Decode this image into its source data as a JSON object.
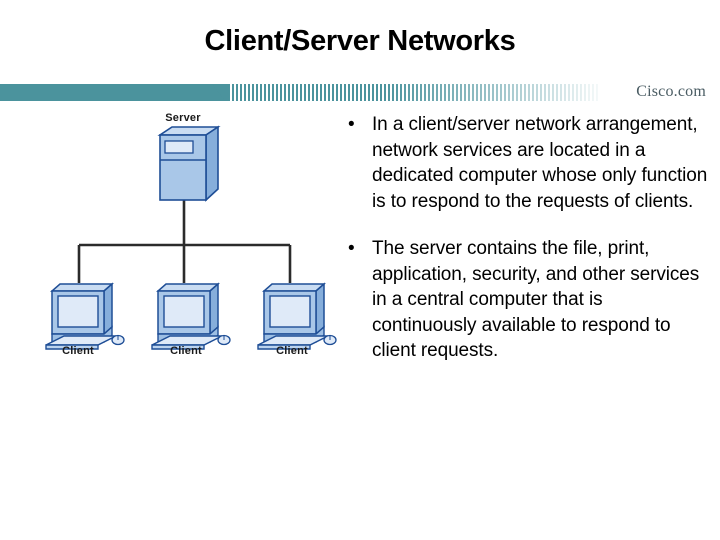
{
  "slide": {
    "title": "Client/Server Networks",
    "background": "#ffffff"
  },
  "banner": {
    "brand": "Cisco.com",
    "accent_color": "#4b939d",
    "brand_color": "#4a5c63"
  },
  "diagram": {
    "type": "network-topology",
    "topology": "bus",
    "server": {
      "label": "Server",
      "shape": "tower-server"
    },
    "clients": [
      {
        "label": "Client",
        "shape": "desktop-workstation"
      },
      {
        "label": "Client",
        "shape": "desktop-workstation"
      },
      {
        "label": "Client",
        "shape": "desktop-workstation"
      }
    ],
    "colors": {
      "fill": "#a9c7e8",
      "fill_light": "#c9dcf2",
      "fill_pale": "#dfeaf8",
      "stroke": "#1f4e96",
      "link": "#2b2b2b"
    }
  },
  "content": {
    "bullet_char": "•",
    "bullets": [
      "In a client/server network arrangement, network services are located in a dedicated computer whose only function is to respond to the requests of clients.",
      "The server contains the file, print, application, security, and other services in a central computer that is continuously available to respond to client requests."
    ]
  }
}
